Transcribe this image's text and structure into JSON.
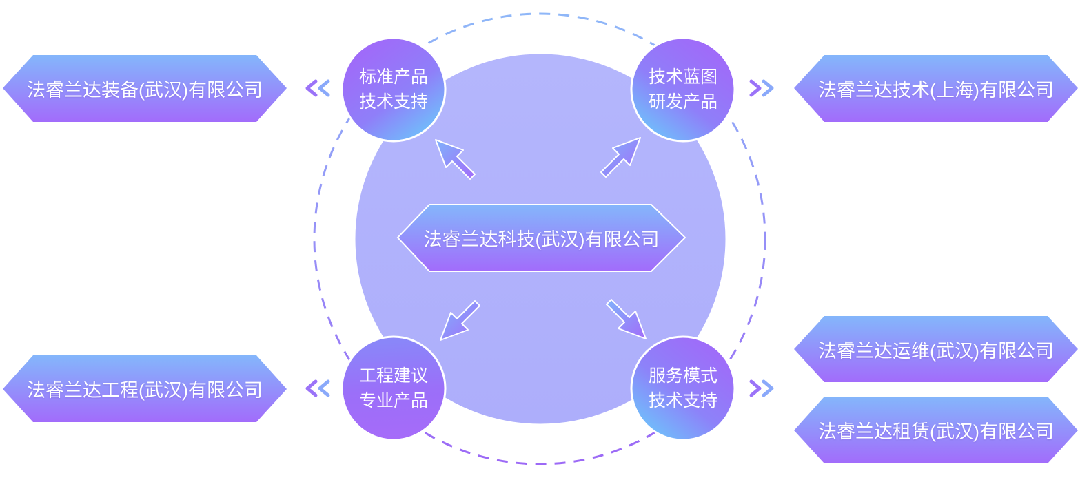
{
  "center": {
    "label": "法睿兰达科技(武汉)有限公司"
  },
  "nodes": {
    "top_left": {
      "line1": "标准产品",
      "line2": "技术支持"
    },
    "top_right": {
      "line1": "技术蓝图",
      "line2": "研发产品"
    },
    "bottom_left": {
      "line1": "工程建议",
      "line2": "专业产品"
    },
    "bottom_right": {
      "line1": "服务模式",
      "line2": "技术支持"
    }
  },
  "companies": {
    "equipment": "法睿兰达装备(武汉)有限公司",
    "engineering": "法睿兰达工程(武汉)有限公司",
    "shanghai": "法睿兰达技术(上海)有限公司",
    "operations": "法睿兰达运维(武汉)有限公司",
    "leasing": "法睿兰达租赁(武汉)有限公司"
  },
  "colors": {
    "hex_top": "#84b6fb",
    "hex_bottom": "#a26cfb",
    "big_circle": "#b0b3fc",
    "node_purple": "#9e6cf9",
    "node_blue": "#74befb",
    "dash_blue": "#8ab4f8",
    "dash_purple": "#9b6cf6"
  }
}
